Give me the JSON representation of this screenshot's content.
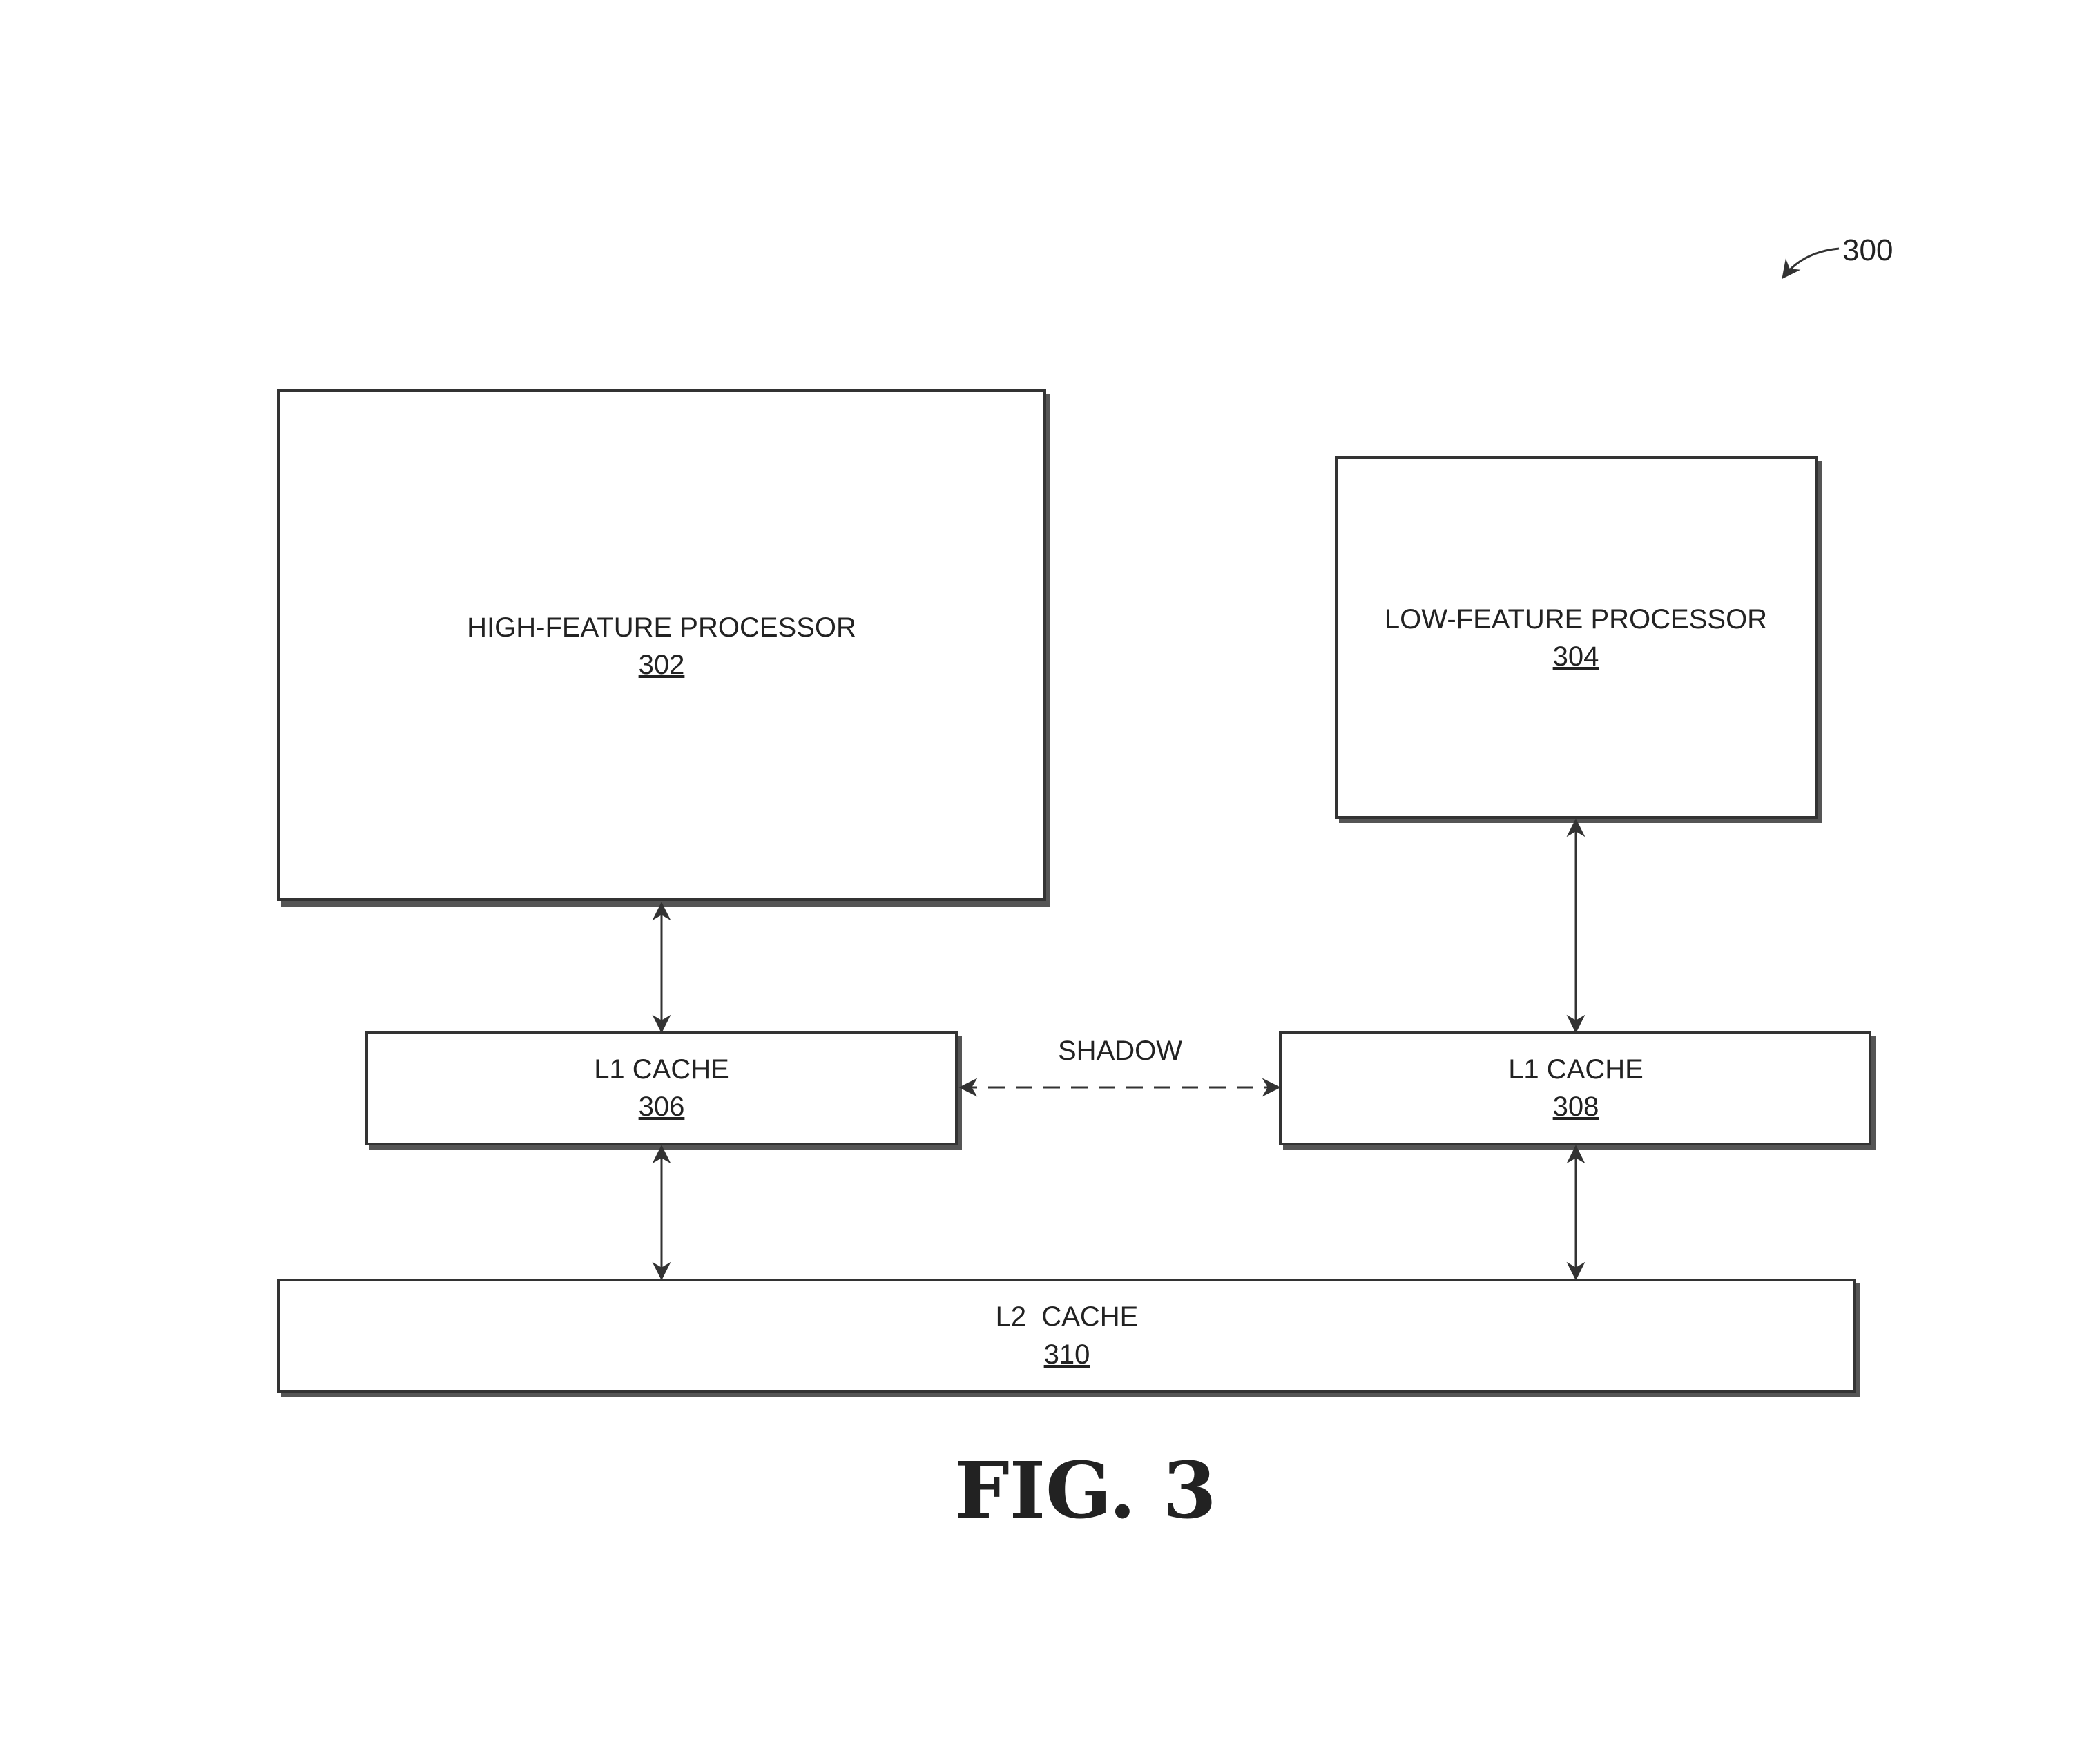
{
  "figure": {
    "ref_number": "300",
    "caption": "FIG. 3",
    "blocks": {
      "high_feature_processor": {
        "label": "HIGH-FEATURE PROCESSOR",
        "ref": "302"
      },
      "low_feature_processor": {
        "label": "LOW-FEATURE PROCESSOR",
        "ref": "304"
      },
      "l1_cache_high": {
        "label": "L1 CACHE",
        "ref": "306"
      },
      "l1_cache_low": {
        "label": "L1 CACHE",
        "ref": "308"
      },
      "l2_cache": {
        "label": "L2  CACHE",
        "ref": "310"
      }
    },
    "shadow_label": "SHADOW"
  }
}
